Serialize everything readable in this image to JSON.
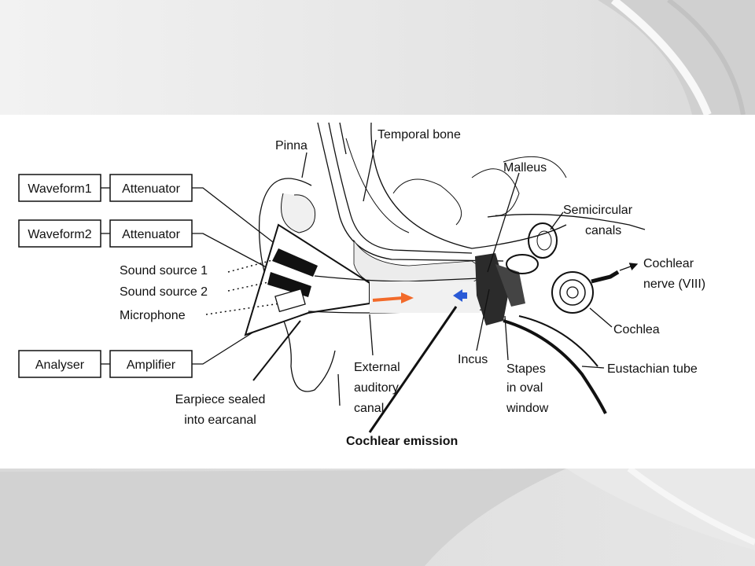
{
  "colors": {
    "slide_bg": "#e4e4e4",
    "panel_bg": "#ffffff",
    "ink": "#111111",
    "arrow_out": "#f26a2a",
    "arrow_in": "#2a5ad6"
  },
  "boxes": {
    "waveform1": "Waveform1",
    "attenuator1": "Attenuator",
    "waveform2": "Waveform2",
    "attenuator2": "Attenuator",
    "analyser": "Analyser",
    "amplifier": "Amplifier"
  },
  "labels": {
    "sound_source_1": "Sound source 1",
    "sound_source_2": "Sound source 2",
    "microphone": "Microphone",
    "earpiece": [
      "Earpiece sealed",
      "into earcanal"
    ],
    "pinna": "Pinna",
    "temporal_bone": "Temporal bone",
    "malleus": "Malleus",
    "semicircular_canals": [
      "Semicircular",
      "canals"
    ],
    "cochlear_nerve": [
      "Cochlear",
      "nerve (VIII)"
    ],
    "cochlea": "Cochlea",
    "eustachian_tube": "Eustachian tube",
    "incus": "Incus",
    "stapes": [
      "Stapes",
      "in oval",
      "window"
    ],
    "external_canal": [
      "External",
      "auditory",
      "canal"
    ],
    "cochlear_emission": "Cochlear emission"
  },
  "icons": [
    "orange-arrow-icon",
    "blue-arrow-icon",
    "nerve-arrow-icon"
  ]
}
